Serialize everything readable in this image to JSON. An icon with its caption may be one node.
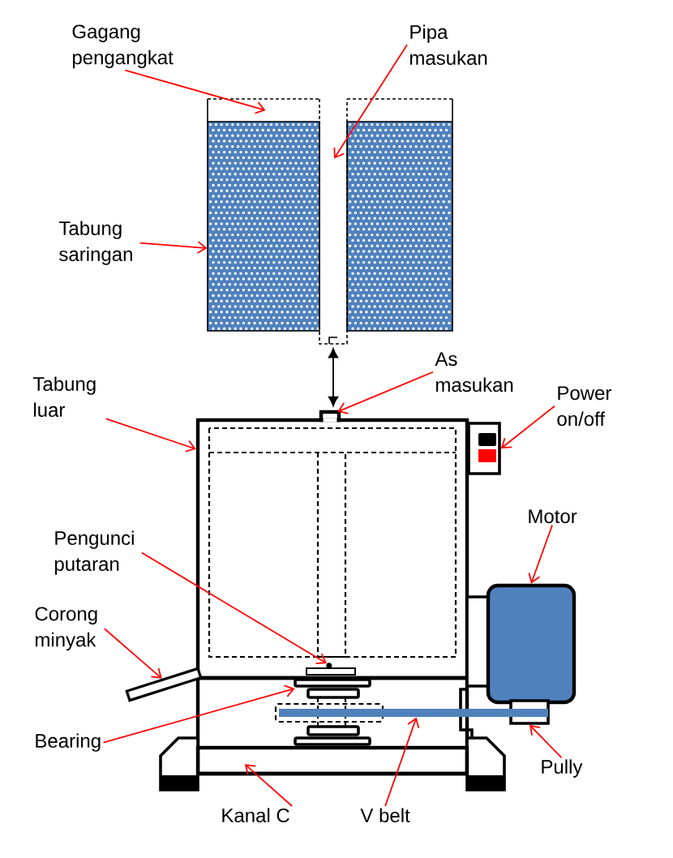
{
  "diagram": {
    "nodes": [
      {
        "text": [
          "Gagang pengangkat"
        ]
      },
      {
        "text": [
          "Pipa masukan"
        ]
      },
      {
        "text": [
          "Tabung saringan"
        ]
      },
      {
        "text": [
          "As masukan"
        ]
      },
      {
        "text": [
          "Tabung luar"
        ]
      },
      {
        "text": [
          "Power on/off"
        ]
      },
      {
        "text": [
          "Motor"
        ]
      },
      {
        "text": [
          "Pengunci putaran"
        ]
      },
      {
        "text": [
          "Corong minyak"
        ]
      },
      {
        "text": [
          "Bearing"
        ]
      },
      {
        "text": [
          "Pully"
        ]
      },
      {
        "text": [
          "Kanal C"
        ]
      },
      {
        "text": [
          "V belt"
        ]
      },
      {
        "text": [],
        "shape": "box"
      },
      {
        "text": [],
        "shape": "box"
      },
      {
        "text": [],
        "shape": "box"
      },
      {
        "text": [],
        "shape": "box"
      },
      {
        "text": [],
        "shape": "box"
      },
      {
        "text": [],
        "shape": "box"
      },
      {
        "text": [],
        "shape": "box"
      },
      {
        "text": [],
        "shape": "circle",
        "in": 16
      },
      {
        "text": [],
        "shape": "bar"
      },
      {
        "text": [],
        "shape": "box"
      },
      {
        "text": [],
        "shape": "box"
      },
      {
        "text": [],
        "shape": "box"
      },
      {
        "text": [],
        "shape": "bar"
      }
    ],
    "edges": [
      {
        "from": 0,
        "to": 14,
        "arrow": "to"
      },
      {
        "from": 1,
        "to": 15,
        "arrow": "to"
      },
      {
        "from": 2,
        "to": 13,
        "arrow": "to"
      },
      {
        "from": 3,
        "to": 17,
        "arrow": "to"
      },
      {
        "from": 4,
        "to": 16,
        "arrow": "to"
      },
      {
        "from": 5,
        "to": 18,
        "arrow": "to"
      },
      {
        "from": 6,
        "to": 19,
        "arrow": "to"
      },
      {
        "from": 7,
        "to": 20,
        "arrow": "to"
      },
      {
        "from": 8,
        "to": 21,
        "arrow": "to"
      },
      {
        "from": 9,
        "to": 22,
        "arrow": "to"
      },
      {
        "from": 10,
        "to": 23,
        "arrow": "to"
      },
      {
        "from": 11,
        "to": 24,
        "arrow": "to"
      },
      {
        "from": 12,
        "to": 25,
        "arrow": "to"
      },
      {
        "from": 15,
        "to": 17,
        "arrow": "both",
        "color": "#000000"
      }
    ]
  }
}
